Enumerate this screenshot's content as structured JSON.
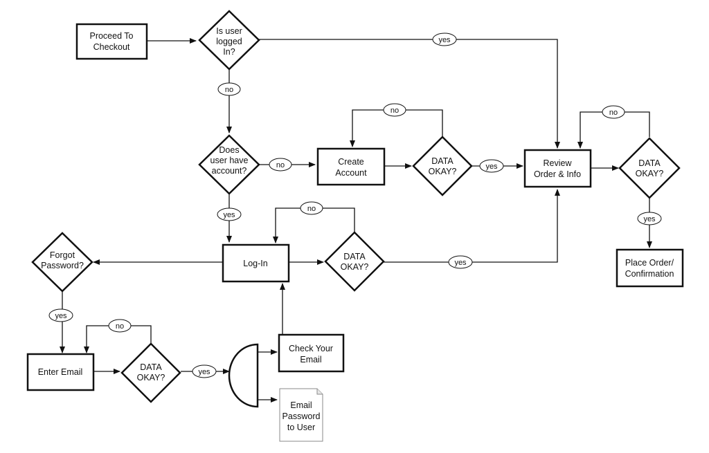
{
  "nodes": {
    "proceed_checkout": [
      "Proceed To",
      "Checkout"
    ],
    "is_logged_in": [
      "Is user",
      "logged",
      "In?"
    ],
    "has_account": [
      "Does",
      "user have",
      "account?"
    ],
    "create_account": [
      "Create",
      "Account"
    ],
    "data_ok_create": [
      "DATA",
      "OKAY?"
    ],
    "review_order": [
      "Review",
      "Order & Info"
    ],
    "data_ok_review": [
      "DATA",
      "OKAY?"
    ],
    "place_order": [
      "Place Order/",
      "Confirmation"
    ],
    "login": [
      "Log-In"
    ],
    "data_ok_login": [
      "DATA",
      "OKAY?"
    ],
    "forgot_password": [
      "Forgot",
      "Password?"
    ],
    "enter_email": [
      "Enter Email"
    ],
    "data_ok_email": [
      "DATA",
      "OKAY?"
    ],
    "check_email": [
      "Check Your",
      "Email"
    ],
    "email_password": [
      "Email",
      "Password",
      "to User"
    ]
  },
  "edge_labels": {
    "logged_in_yes": "yes",
    "logged_in_no": "no",
    "has_account_no": "no",
    "has_account_yes": "yes",
    "create_loop_no": "no",
    "create_ok_yes": "yes",
    "review_loop_no": "no",
    "review_ok_yes": "yes",
    "login_loop_no": "no",
    "login_ok_yes": "yes",
    "forgot_yes": "yes",
    "email_loop_no": "no",
    "email_ok_yes": "yes"
  }
}
